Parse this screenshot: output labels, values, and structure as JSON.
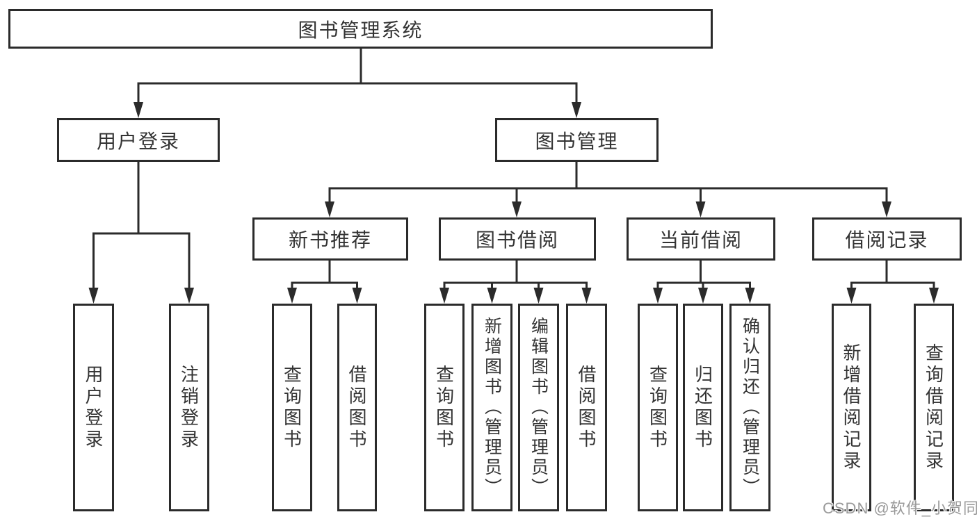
{
  "colors": {
    "line": "#2b2b2b",
    "box_border": "#2b2b2b",
    "text": "#333333",
    "watermark_text": "#9a9a9a",
    "background": "#ffffff"
  },
  "tree": {
    "root": {
      "label": "图书管理系统",
      "children": [
        {
          "label": "用户登录",
          "children": [
            {
              "label": "用户登录"
            },
            {
              "label": "注销登录"
            }
          ]
        },
        {
          "label": "图书管理",
          "children": [
            {
              "label": "新书推荐",
              "children": [
                {
                  "label": "查询图书"
                },
                {
                  "label": "借阅图书"
                }
              ]
            },
            {
              "label": "图书借阅",
              "children": [
                {
                  "label": "查询图书"
                },
                {
                  "label": "新增图书（管理员）"
                },
                {
                  "label": "编辑图书（管理员）"
                },
                {
                  "label": "借阅图书"
                }
              ]
            },
            {
              "label": "当前借阅",
              "children": [
                {
                  "label": "查询图书"
                },
                {
                  "label": "归还图书"
                },
                {
                  "label": "确认归还（管理员）"
                }
              ]
            },
            {
              "label": "借阅记录",
              "children": [
                {
                  "label": "新增借阅记录"
                },
                {
                  "label": "查询借阅记录"
                }
              ]
            }
          ]
        }
      ]
    }
  },
  "watermark": {
    "text": "CSDN @软件_小贺同学"
  }
}
